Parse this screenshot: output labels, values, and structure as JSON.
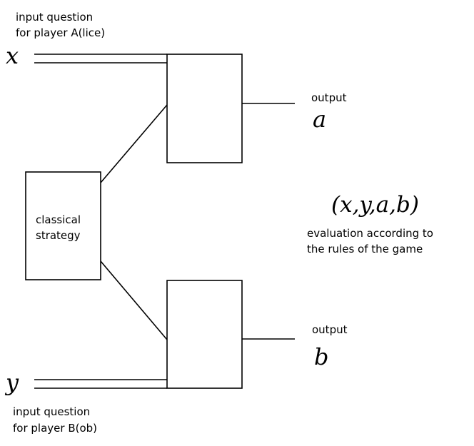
{
  "alice": {
    "input_line1": "input question",
    "input_line2": "for player A(lice)",
    "input_symbol": "x",
    "output_label": "output",
    "output_symbol": "a"
  },
  "bob": {
    "input_line1": "input question",
    "input_line2": "for player B(ob)",
    "input_symbol": "y",
    "output_label": "output",
    "output_symbol": "b"
  },
  "strategy": {
    "line1": "classical",
    "line2": "strategy"
  },
  "evaluation": {
    "tuple": "(x,y,a,b)",
    "line1": "evaluation according to",
    "line2": "the rules of the game"
  }
}
